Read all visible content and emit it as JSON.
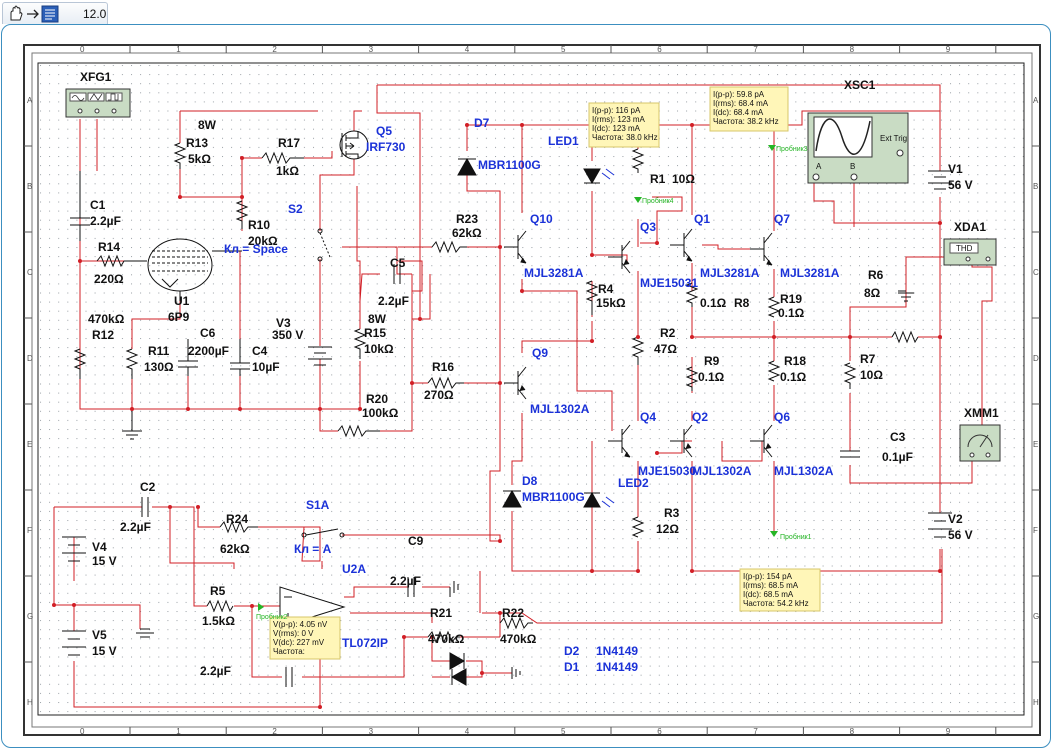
{
  "toolbar": {
    "zoom_value": "12.0",
    "hand_icon": "hand-icon",
    "arrow_icon": "arrow-icon",
    "sheet_icon": "schematic-sheet-icon"
  },
  "ruler": {
    "columns": [
      "0",
      "1",
      "2",
      "3",
      "4",
      "5",
      "6",
      "7",
      "8",
      "9"
    ],
    "rows": [
      "A",
      "B",
      "C",
      "D",
      "E",
      "F",
      "G",
      "H"
    ]
  },
  "instruments": {
    "xfg1": "XFG1",
    "xsc1": "XSC1",
    "xsc1_ext": "Ext Trig",
    "xsc1_a": "A",
    "xsc1_b": "B",
    "xda1": "XDA1",
    "xda1_screen": "THD",
    "xmm1": "XMM1"
  },
  "labels": {
    "r13": "R13",
    "r13v": "5kΩ",
    "w8a": "8W",
    "r17": "R17",
    "r17v": "1kΩ",
    "q5": "Q5",
    "q5p": "IRF730",
    "s2": "S2",
    "c1": "C1",
    "c1v": "2.2µF",
    "r14": "R14",
    "r14v": "220Ω",
    "r10": "R10",
    "r10v": "20kΩ",
    "kl_space": "Кл = Space",
    "r12v": "470kΩ",
    "r12": "R12",
    "u1": "U1",
    "u1p": "6P9",
    "c6": "C6",
    "c6v": "2200µF",
    "r11": "R11",
    "r11v": "130Ω",
    "c4": "C4",
    "c4v": "10µF",
    "v3": "V3",
    "v3v": "350 V",
    "c5": "C5",
    "c5v": "2.2µF",
    "w8b": "8W",
    "r15": "R15",
    "r15v": "10kΩ",
    "r20": "R20",
    "r20v": "100kΩ",
    "r16": "R16",
    "r16v": "270Ω",
    "r23": "R23",
    "r23v": "62kΩ",
    "d7": "D7",
    "d7p": "MBR1100G",
    "led1": "LED1",
    "r1": "R1",
    "r1v": "10Ω",
    "q10": "Q10",
    "q10p": "MJL3281A",
    "q3": "Q3",
    "q3p": "MJE15031",
    "q1": "Q1",
    "q1p": "MJL3281A",
    "q7": "Q7",
    "q7p": "MJL3281A",
    "r4": "R4",
    "r4v": "15kΩ",
    "r8v": "0.1Ω",
    "r8": "R8",
    "r19": "R19",
    "r19v": "0.1Ω",
    "r2": "R2",
    "r2v": "47Ω",
    "r9": "R9",
    "r9v": "0.1Ω",
    "r18": "R18",
    "r18v": "0.1Ω",
    "q9": "Q9",
    "q9p": "MJL1302A",
    "q4": "Q4",
    "q4p": "MJE15030",
    "q2": "Q2",
    "q2p": "MJL1302A",
    "q6": "Q6",
    "q6p": "MJL1302A",
    "d8": "D8",
    "d8p": "MBR1100G",
    "led2": "LED2",
    "r3": "R3",
    "r3v": "12Ω",
    "v1": "V1",
    "v1v": "56 V",
    "r6": "R6",
    "r6v": "8Ω",
    "r7": "R7",
    "r7v": "10Ω",
    "c3": "C3",
    "c3v": "0.1µF",
    "v2": "V2",
    "v2v": "56 V",
    "c2": "C2",
    "c2v": "2.2µF",
    "r24": "R24",
    "r24v": "62kΩ",
    "s1a": "S1A",
    "kl_a": "Кл = A",
    "v4": "V4",
    "v4v": "15 V",
    "v5": "V5",
    "v5v": "15 V",
    "u2a": "U2A",
    "u2p": "TL072IP",
    "c9": "C9",
    "c9v": "2.2µF",
    "r5": "R5",
    "r5v": "1.5kΩ",
    "r21": "R21",
    "r21v": "470kΩ",
    "r22": "R22",
    "r22v": "470kΩ",
    "d2": "D2",
    "d2p": "1N4149",
    "d1": "D1",
    "d1p": "1N4149",
    "c_bottom": "2.2µF"
  },
  "probes": {
    "probe_top": [
      "I(p-p): 116 pA",
      "I(rms): 123 mA",
      "I(dc): 123 mA",
      "Частота: 38.0 kHz"
    ],
    "probe_top_right": [
      "I(p-p): 59.8 pA",
      "I(rms): 68.4 mA",
      "I(dc): 68.4 mA",
      "Частота: 38.2 kHz"
    ],
    "probe_bottom": [
      "I(p-p): 154 pA",
      "I(rms): 68.5 mA",
      "I(dc): 68.5 mA",
      "Частота: 54.2 kHz"
    ],
    "probe_opamp": [
      "V(p-p): 4.05 nV",
      "V(rms): 0 V",
      "V(dc): 227 mV",
      "Частота:"
    ],
    "probe_tags": {
      "p4": "Пробник4",
      "p3": "Пробник3",
      "p1": "Пробник1",
      "p2": "Пробник2"
    }
  }
}
